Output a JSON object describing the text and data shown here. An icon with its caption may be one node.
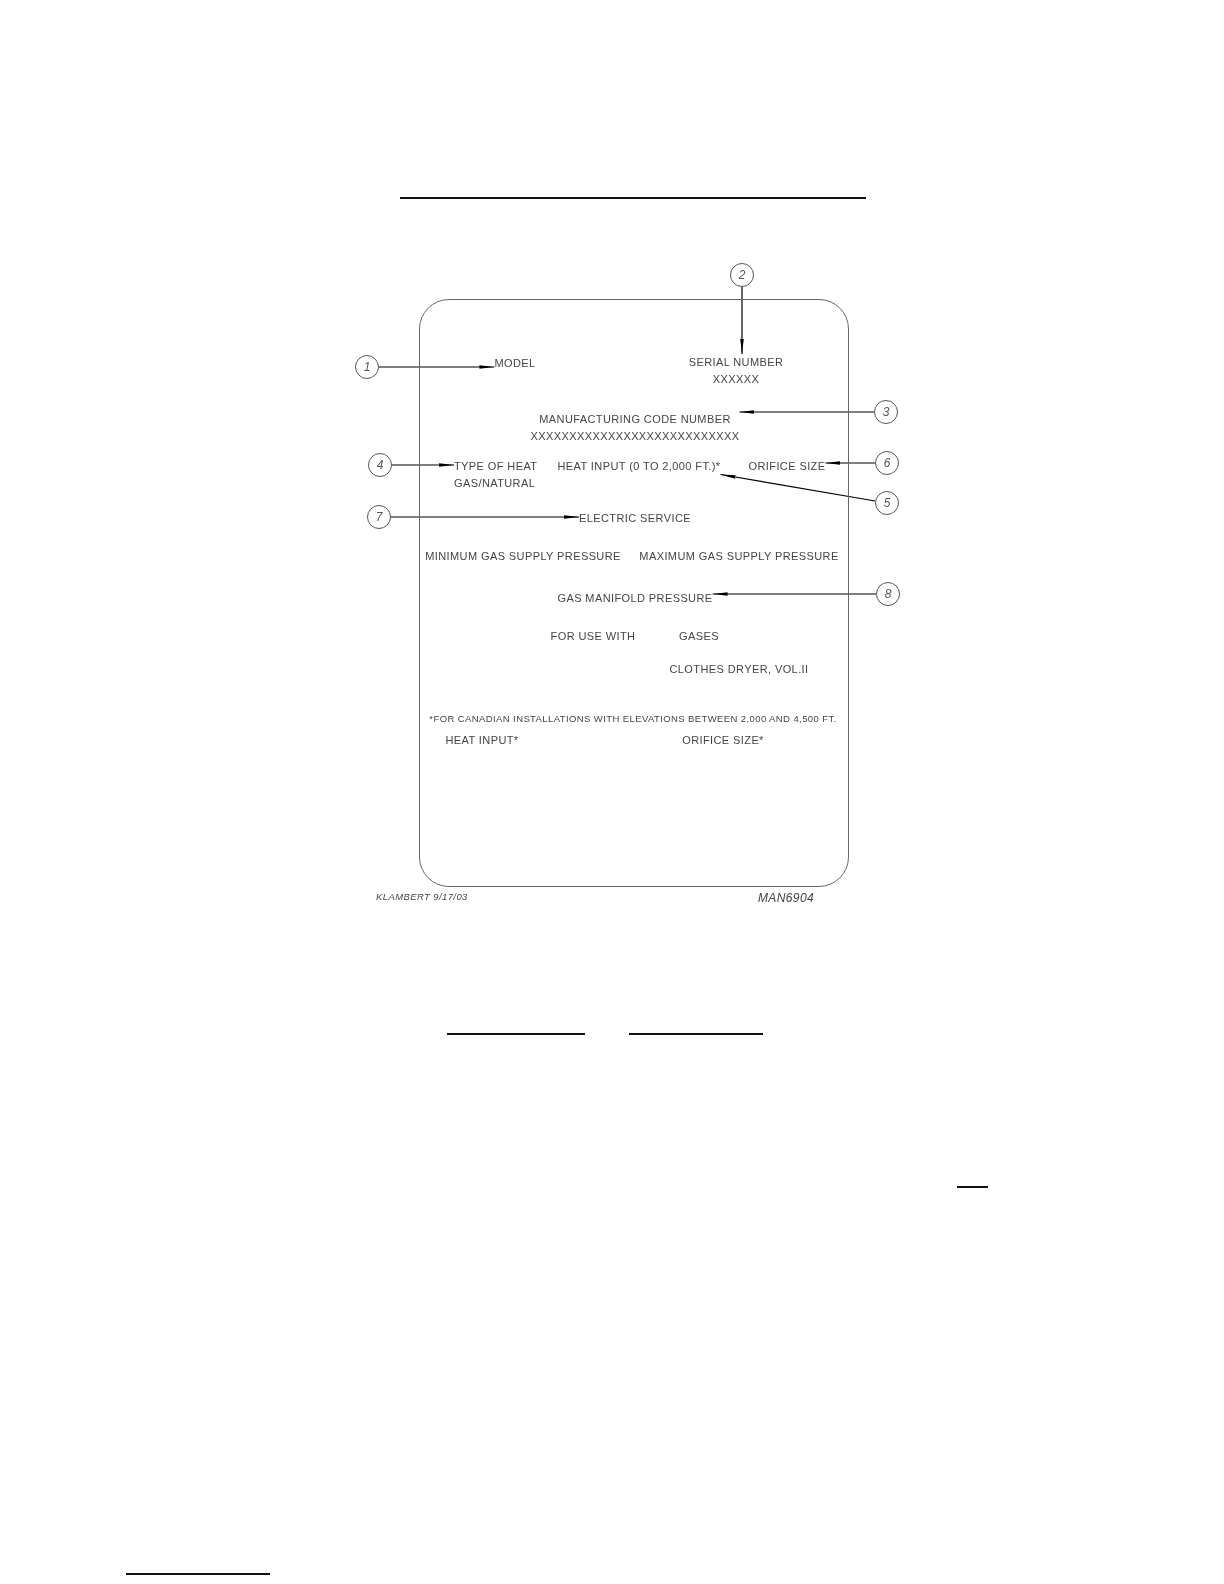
{
  "diagram": {
    "nodes": [
      {
        "text": [],
        "shape": "box"
      },
      {
        "text": [
          "2"
        ]
      },
      {
        "text": [
          "1"
        ]
      },
      {
        "text": [
          "MODEL"
        ],
        "in": 0
      },
      {
        "text": [
          "SERIAL NUMBER",
          "XXXXXX"
        ],
        "in": 0
      },
      {
        "text": [
          "MANUFACTURING CODE NUMBER",
          "XXXXXXXXXXXXXXXXXXXXXXXXXXX"
        ],
        "in": 0
      },
      {
        "text": [
          "3"
        ]
      },
      {
        "text": [
          "4"
        ]
      },
      {
        "text": [
          "TYPE OF HEAT",
          "GAS/NATURAL"
        ],
        "in": 0
      },
      {
        "text": [
          "HEAT INPUT (0 TO 2,000 FT.)*"
        ],
        "in": 0
      },
      {
        "text": [
          "ORIFICE SIZE"
        ],
        "in": 0
      },
      {
        "text": [
          "6"
        ]
      },
      {
        "text": [
          "5"
        ]
      },
      {
        "text": [
          "7"
        ]
      },
      {
        "text": [
          "ELECTRIC SERVICE"
        ],
        "in": 0
      },
      {
        "text": [
          "GAS MANIFOLD PRESSURE"
        ],
        "in": 0
      },
      {
        "text": [
          "8"
        ]
      }
    ],
    "edges": [
      {
        "from": 1,
        "to": 4,
        "arrow": "to"
      },
      {
        "from": 2,
        "to": 3,
        "arrow": "to"
      },
      {
        "from": 6,
        "to": 5,
        "arrow": "to"
      },
      {
        "from": 7,
        "to": 8,
        "arrow": "to"
      },
      {
        "from": 11,
        "to": 10,
        "arrow": "to"
      },
      {
        "from": 12,
        "to": 9,
        "arrow": "to"
      },
      {
        "from": 13,
        "to": 14,
        "arrow": "to"
      },
      {
        "from": 16,
        "to": 15,
        "arrow": "to"
      }
    ],
    "labels": [
      "MINIMUM GAS SUPPLY PRESSURE",
      "MAXIMUM GAS SUPPLY PRESSURE",
      "FOR USE WITH",
      "GASES",
      "CLOTHES DRYER, VOL.II",
      "*FOR CANADIAN INSTALLATIONS WITH ELEVATIONS BETWEEN 2,000 AND 4,500 FT.",
      "HEAT INPUT*",
      "ORIFICE SIZE*",
      "KLAMBERT 9/17/03",
      "MAN6904"
    ]
  }
}
